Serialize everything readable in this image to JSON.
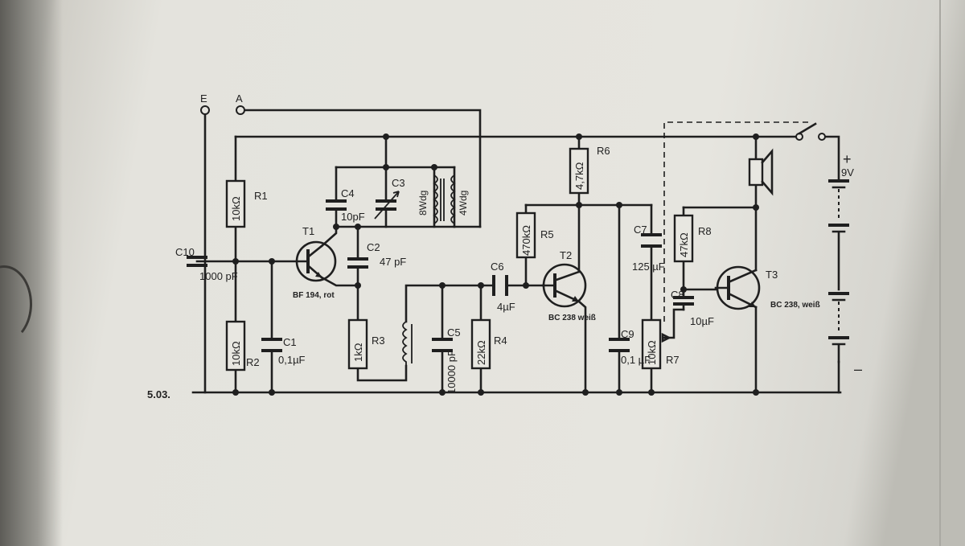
{
  "figure": "5.03.",
  "terminals": {
    "earth": "E",
    "antenna": "A"
  },
  "battery": {
    "plus": "+",
    "voltage": "9V",
    "minus": "–"
  },
  "resistors": [
    {
      "id": "R1",
      "value": "10kΩ"
    },
    {
      "id": "R2",
      "value": "10kΩ"
    },
    {
      "id": "R3",
      "value": "1kΩ"
    },
    {
      "id": "R4",
      "value": "22kΩ"
    },
    {
      "id": "R5",
      "value": "470kΩ"
    },
    {
      "id": "R6",
      "value": "4,7kΩ"
    },
    {
      "id": "R7",
      "value": "10kΩ"
    },
    {
      "id": "R8",
      "value": "47kΩ"
    }
  ],
  "capacitors": [
    {
      "id": "C1",
      "value": "0,1µF"
    },
    {
      "id": "C2",
      "value": "47 pF"
    },
    {
      "id": "C3",
      "value": ""
    },
    {
      "id": "C4",
      "value": "10pF"
    },
    {
      "id": "C5",
      "value": "10000 pF"
    },
    {
      "id": "C6",
      "value": "4µF"
    },
    {
      "id": "C7",
      "value": "125 µF"
    },
    {
      "id": "C8",
      "value": "10µF"
    },
    {
      "id": "C9",
      "value": "0,1 µF"
    },
    {
      "id": "C10",
      "value": "1000 pF"
    }
  ],
  "coil": {
    "winding1": "8Wdg",
    "winding2": "4Wdg"
  },
  "transistors": [
    {
      "id": "T1",
      "type": "BF 194, rot"
    },
    {
      "id": "T2",
      "type": "BC 238 weiß"
    },
    {
      "id": "T3",
      "type": "BC 238, weiß"
    }
  ]
}
